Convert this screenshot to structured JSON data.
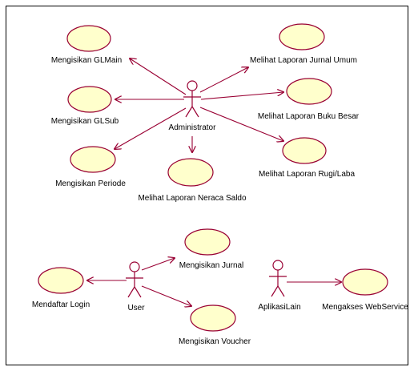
{
  "diagram": {
    "actors": {
      "administrator": "Administrator",
      "user": "User",
      "aplikasi_lain": "AplikasiLain"
    },
    "use_cases": {
      "mengisikan_glmain": "Mengisikan GLMain",
      "mengisikan_glsub": "Mengisikan GLSub",
      "mengisikan_periode": "Mengisikan Periode",
      "melihat_laporan_neraca_saldo": "Melihat Laporan Neraca Saldo",
      "melihat_laporan_jurnal_umum": "Melihat Laporan Jurnal Umum",
      "melihat_laporan_buku_besar": "Melihat Laporan Buku Besar",
      "melihat_laporan_rugi_laba": "Melihat Laporan Rugi/Laba",
      "mengisikan_jurnal": "Mengisikan Jurnal",
      "mendaftar_login": "Mendaftar Login",
      "mengisikan_voucher": "Mengisikan Voucher",
      "mengakses_webservice": "Mengakses WebService"
    },
    "colors": {
      "line": "#990033",
      "use_case_fill": "#ffffcc",
      "border": "#000000"
    }
  }
}
